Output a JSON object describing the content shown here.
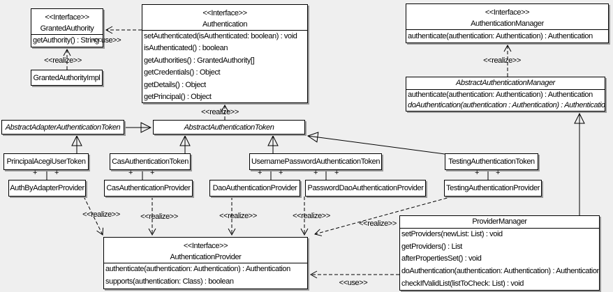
{
  "colors": {
    "background": "#efefef",
    "box_fill": "#ffffff",
    "line": "#000000",
    "shadow": "#9a9a9a"
  },
  "labels": {
    "use": "<<use>>",
    "realize": "<<realize>>",
    "plus": "+"
  },
  "classes": {
    "granted_authority": {
      "stereotype": "<<Interface>>",
      "name": "GrantedAuthority",
      "methods": [
        "getAuthority() : String"
      ]
    },
    "granted_authority_impl": {
      "name": "GrantedAuthorityImpl"
    },
    "authentication": {
      "stereotype": "<<Interface>>",
      "name": "Authentication",
      "methods": [
        "setAuthenticated(isAuthenticated: boolean) : void",
        "isAuthenticated() : boolean",
        "getAuthorities() : GrantedAuthority[]",
        "getCredentials() : Object",
        "getDetails() : Object",
        "getPrincipal() : Object"
      ]
    },
    "authentication_manager": {
      "stereotype": "<<Interface>>",
      "name": "AuthenticationManager",
      "methods": [
        "authenticate(authentication: Authentication) : Authentication"
      ]
    },
    "abstract_authentication_manager": {
      "name": "AbstractAuthenticationManager",
      "methods": [
        "authenticate(authentication: Authentication) : Authentication",
        "doAuthentication(authentication : Authentication) : Authentication"
      ]
    },
    "abstract_adapter_authentication_token": {
      "name": "AbstractAdapterAuthenticationToken"
    },
    "abstract_authentication_token": {
      "name": "AbstractAuthenticationToken"
    },
    "principal_acegi_user_token": {
      "name": "PrincipalAcegiUserToken"
    },
    "cas_authentication_token": {
      "name": "CasAuthenticationToken"
    },
    "username_password_authentication_token": {
      "name": "UsernamePasswordAuthenticationToken"
    },
    "testing_authentication_token": {
      "name": "TestingAuthenticationToken"
    },
    "auth_by_adapter_provider": {
      "name": "AuthByAdapterProvider"
    },
    "cas_authentication_provider": {
      "name": "CasAuthenticationProvider"
    },
    "dao_authentication_provider": {
      "name": "DaoAuthenticationProvider"
    },
    "password_dao_authentication_provider": {
      "name": "PasswordDaoAuthenticationProvider"
    },
    "testing_authentication_provider": {
      "name": "TestingAuthenticationProvider"
    },
    "authentication_provider": {
      "stereotype": "<<Interface>>",
      "name": "AuthenticationProvider",
      "methods": [
        "authenticate(authentication: Authentication) : Authentication",
        "supports(authentication: Class) : boolean"
      ]
    },
    "provider_manager": {
      "name": "ProviderManager",
      "methods": [
        "setProviders(newList: List) : void",
        "getProviders() : List",
        "afterPropertiesSet() : void",
        "doAuthentication(authentication: Authentication) : Authentication",
        "checkIfValidList(listToCheck: List) : void"
      ]
    }
  },
  "relationships": [
    {
      "type": "use",
      "from": "Authentication",
      "to": "GrantedAuthority",
      "label": "<<use>>"
    },
    {
      "type": "realize",
      "from": "GrantedAuthorityImpl",
      "to": "GrantedAuthority",
      "label": "<<realize>>"
    },
    {
      "type": "realize",
      "from": "AbstractAuthenticationToken",
      "to": "Authentication",
      "label": "<<realize>>"
    },
    {
      "type": "realize",
      "from": "AbstractAuthenticationManager",
      "to": "AuthenticationManager",
      "label": "<<realize>>"
    },
    {
      "type": "generalization",
      "from": "AbstractAdapterAuthenticationToken",
      "to": "AbstractAuthenticationToken"
    },
    {
      "type": "generalization",
      "from": "PrincipalAcegiUserToken",
      "to": "AbstractAdapterAuthenticationToken"
    },
    {
      "type": "generalization",
      "from": "CasAuthenticationToken",
      "to": "AbstractAuthenticationToken"
    },
    {
      "type": "generalization",
      "from": "UsernamePasswordAuthenticationToken",
      "to": "AbstractAuthenticationToken"
    },
    {
      "type": "generalization",
      "from": "TestingAuthenticationToken",
      "to": "AbstractAuthenticationToken"
    },
    {
      "type": "generalization",
      "from": "ProviderManager",
      "to": "AbstractAuthenticationManager"
    },
    {
      "type": "association",
      "from": "PrincipalAcegiUserToken",
      "to": "AuthByAdapterProvider",
      "ends": "+ +"
    },
    {
      "type": "association",
      "from": "CasAuthenticationToken",
      "to": "CasAuthenticationProvider",
      "ends": "+ +"
    },
    {
      "type": "association",
      "from": "UsernamePasswordAuthenticationToken",
      "to": "DaoAuthenticationProvider",
      "ends": "+ +"
    },
    {
      "type": "association",
      "from": "UsernamePasswordAuthenticationToken",
      "to": "PasswordDaoAuthenticationProvider",
      "ends": "+ +"
    },
    {
      "type": "association",
      "from": "TestingAuthenticationToken",
      "to": "TestingAuthenticationProvider",
      "ends": "+ +"
    },
    {
      "type": "realize",
      "from": "AuthByAdapterProvider",
      "to": "AuthenticationProvider",
      "label": "<<realize>>"
    },
    {
      "type": "realize",
      "from": "CasAuthenticationProvider",
      "to": "AuthenticationProvider",
      "label": "<<realize>>"
    },
    {
      "type": "realize",
      "from": "DaoAuthenticationProvider",
      "to": "AuthenticationProvider",
      "label": "<<realize>>"
    },
    {
      "type": "realize",
      "from": "PasswordDaoAuthenticationProvider",
      "to": "AuthenticationProvider",
      "label": "<<realize>>"
    },
    {
      "type": "realize",
      "from": "TestingAuthenticationProvider",
      "to": "AuthenticationProvider",
      "label": "<<realize>>"
    },
    {
      "type": "use",
      "from": "ProviderManager",
      "to": "AuthenticationProvider",
      "label": "<<use>>"
    }
  ]
}
